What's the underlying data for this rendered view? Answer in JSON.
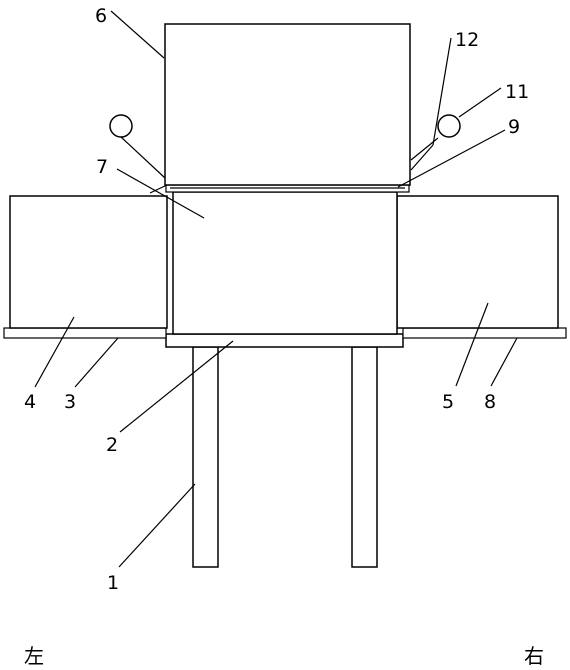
{
  "labels": {
    "l1": "1",
    "l2": "2",
    "l3": "3",
    "l4": "4",
    "l5": "5",
    "l6": "6",
    "l7": "7",
    "l8": "8",
    "l9": "9",
    "l11": "11",
    "l12": "12"
  },
  "directions": {
    "left": "左",
    "right": "右"
  }
}
